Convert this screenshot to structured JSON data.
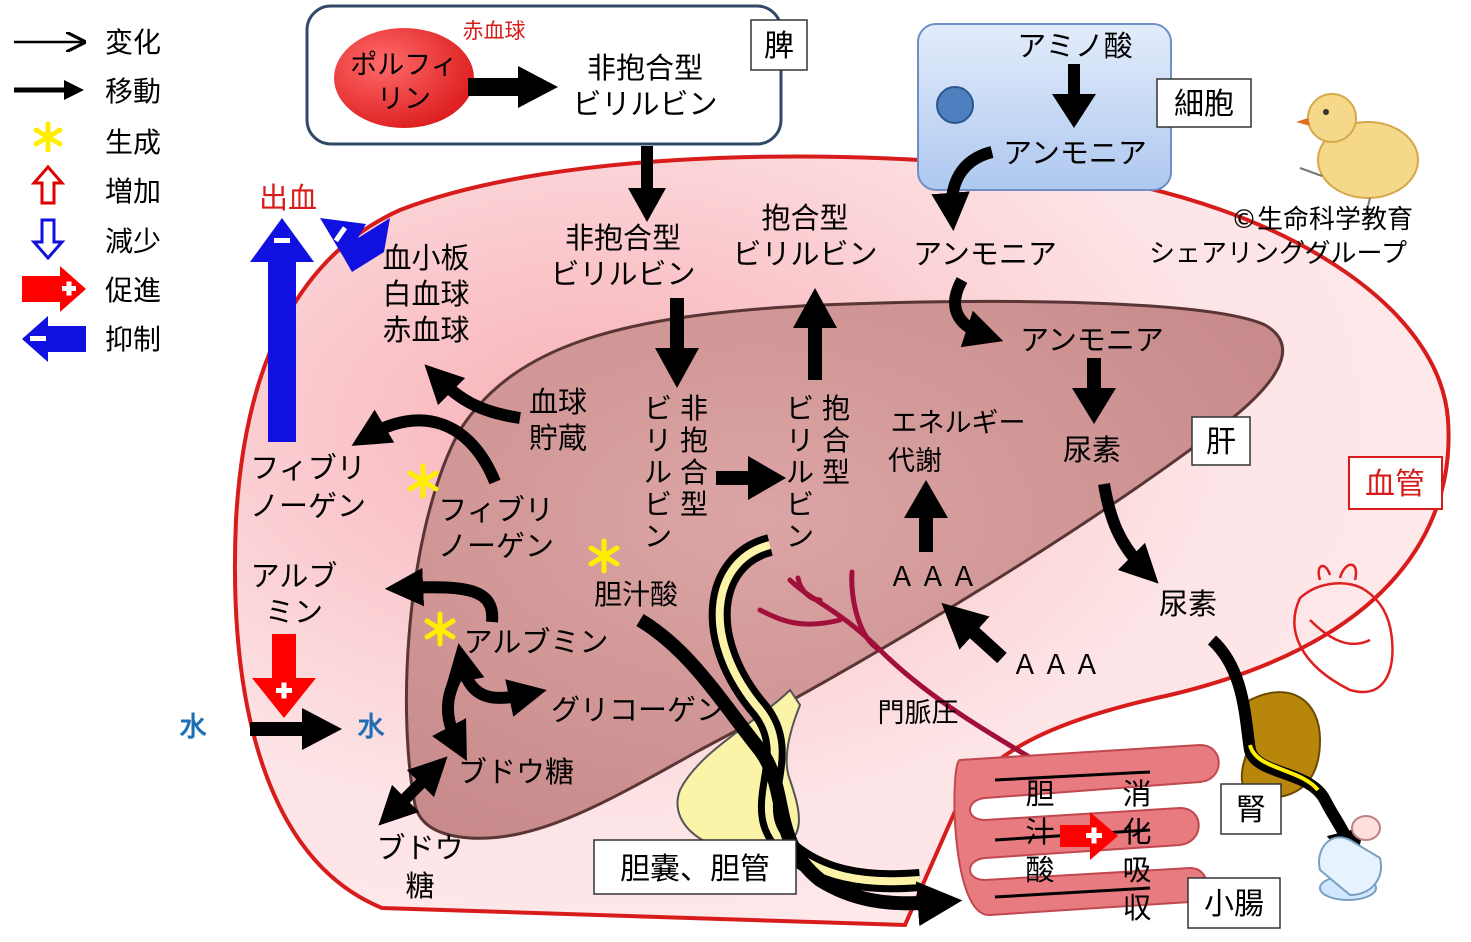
{
  "legend": [
    {
      "label": "変化",
      "icon": "thin-arrow-icon"
    },
    {
      "label": "移動",
      "icon": "thick-arrow-icon"
    },
    {
      "label": "生成",
      "icon": "asterisk-icon"
    },
    {
      "label": "増加",
      "icon": "up-outline-arrow-icon"
    },
    {
      "label": "減少",
      "icon": "down-outline-arrow-icon"
    },
    {
      "label": "促進",
      "icon": "plus-arrow-icon"
    },
    {
      "label": "抑制",
      "icon": "minus-arrow-icon"
    }
  ],
  "spleen": {
    "box_label": "脾",
    "rbc_label": "赤血球",
    "porphyrin": [
      "ポルフィ",
      "リン"
    ],
    "unconj": [
      "非抱合型",
      "ビリルビン"
    ]
  },
  "cell": {
    "box_label": "細胞",
    "amino": "アミノ酸",
    "ammonia": "アンモニア"
  },
  "copyright": [
    "©生命科学教育",
    "シェアリンググループ"
  ],
  "bleeding": {
    "label": "出血",
    "cells": [
      "血小板",
      "白血球",
      "赤血球"
    ]
  },
  "vessel": {
    "label": "血管",
    "unconj": [
      "非抱合型",
      "ビリルビン"
    ],
    "conj": [
      "抱合型",
      "ビリルビン"
    ],
    "ammonia": "アンモニア",
    "fibrinogen": [
      "フィブリ",
      "ノーゲン"
    ],
    "albumin": [
      "アルブ",
      "ミン"
    ],
    "water_out": "水",
    "water_in": "水",
    "urea": "尿素",
    "glucose": [
      "ブドウ",
      "糖"
    ],
    "aaa": "ＡＡＡ"
  },
  "liver": {
    "label": "肝",
    "blood_storage": [
      "血球",
      "貯蔵"
    ],
    "unconj_vertical": [
      "非",
      "抱",
      "合",
      "型"
    ],
    "bili_vertical": [
      "ビ",
      "リ",
      "ル",
      "ビ",
      "ン"
    ],
    "conj_vertical": [
      "抱",
      "合",
      "型"
    ],
    "energy": [
      "エネルギー",
      "代謝"
    ],
    "ammonia": "アンモニア",
    "urea": "尿素",
    "fibrinogen": [
      "フィブリ",
      "ノーゲン"
    ],
    "bile_acid": "胆汁酸",
    "albumin": "アルブミン",
    "glycogen": "グリコーゲン",
    "glucose": "ブドウ糖",
    "aaa": "ＡＡＡ",
    "portal_pressure": "門脈圧"
  },
  "gallbladder": {
    "label": "胆嚢、胆管"
  },
  "intestine": {
    "label": "小腸",
    "bile_acid_vertical": [
      "胆",
      "汁",
      "酸"
    ],
    "absorption_vertical": [
      "消",
      "化",
      "吸",
      "収"
    ]
  },
  "kidney": {
    "label": "腎"
  },
  "colors": {
    "vessel_red": "#d81c1c",
    "liver_brown": "#c98c8c",
    "spleen_red": "#e23030",
    "bleed_blue": "#1010e0",
    "promote_red": "#ff0000",
    "star_yellow": "#ffee00",
    "water_blue": "#1f6fb5",
    "cell_blue": "#c4d8f4",
    "gallbladder_yellow": "#fbf3a8",
    "kidney_gold": "#b8860b",
    "vein_red": "#a0103a"
  }
}
